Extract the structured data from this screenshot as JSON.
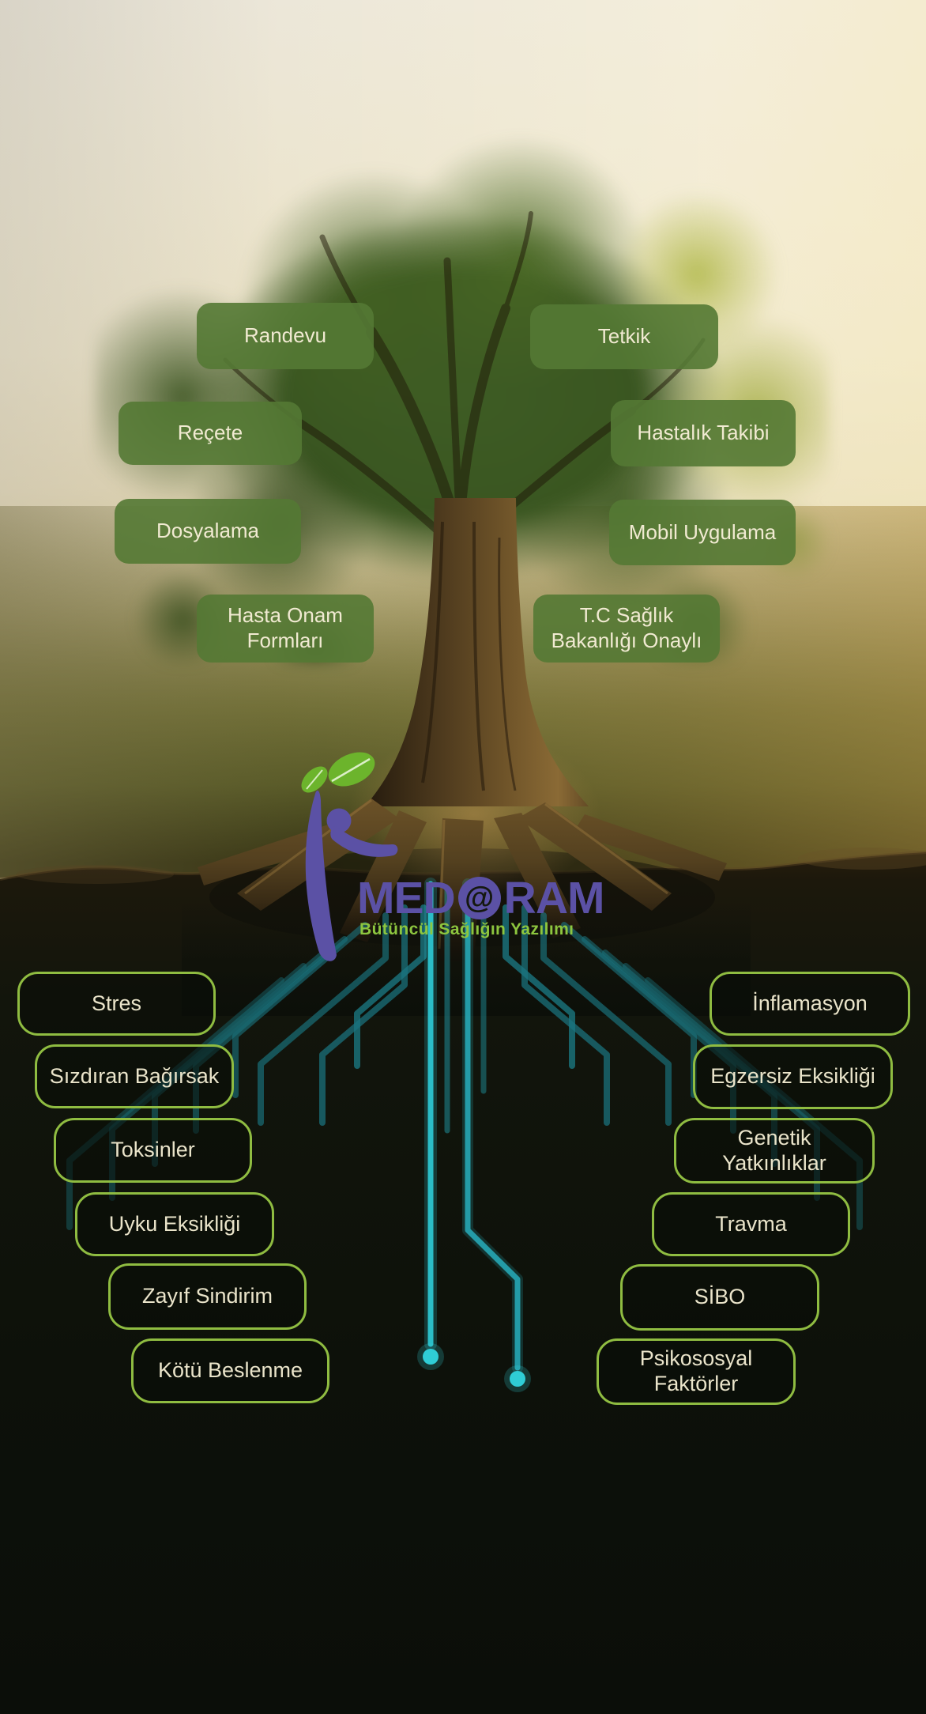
{
  "brand": {
    "name": "MEDORAM",
    "name_prefix": "MED",
    "name_at_symbol": "@",
    "name_suffix": "RAM",
    "tagline": "Bütüncül Sağlığın Yazılımı"
  },
  "features": [
    "Randevu",
    "Tetkik",
    "Reçete",
    "Hastalık Takibi",
    "Dosyalama",
    "Mobil Uygulama",
    "Hasta Onam Formları",
    "T.C Sağlık Bakanlığı Onaylı"
  ],
  "root_causes": [
    "Stres",
    "Sızdıran Bağırsak",
    "Toksinler",
    "Uyku Eksikliği",
    "Zayıf Sindirim",
    "Kötü Beslenme",
    "İnflamasyon",
    "Egzersiz Eksikliği",
    "Genetik Yatkınlıklar",
    "Travma",
    "SİBO",
    "Psikososyal Faktörler"
  ],
  "colors": {
    "brand_purple": "#5b51a5",
    "brand_green": "#8dc63f",
    "leaf_green": "#6cb42c",
    "feature_button_green": "#547934",
    "feature_text_cream": "#f1ead2",
    "cause_border_green": "#8fbc41",
    "cause_text_cream": "#eae4ca",
    "circuit_teal": "#2cc4d0"
  }
}
